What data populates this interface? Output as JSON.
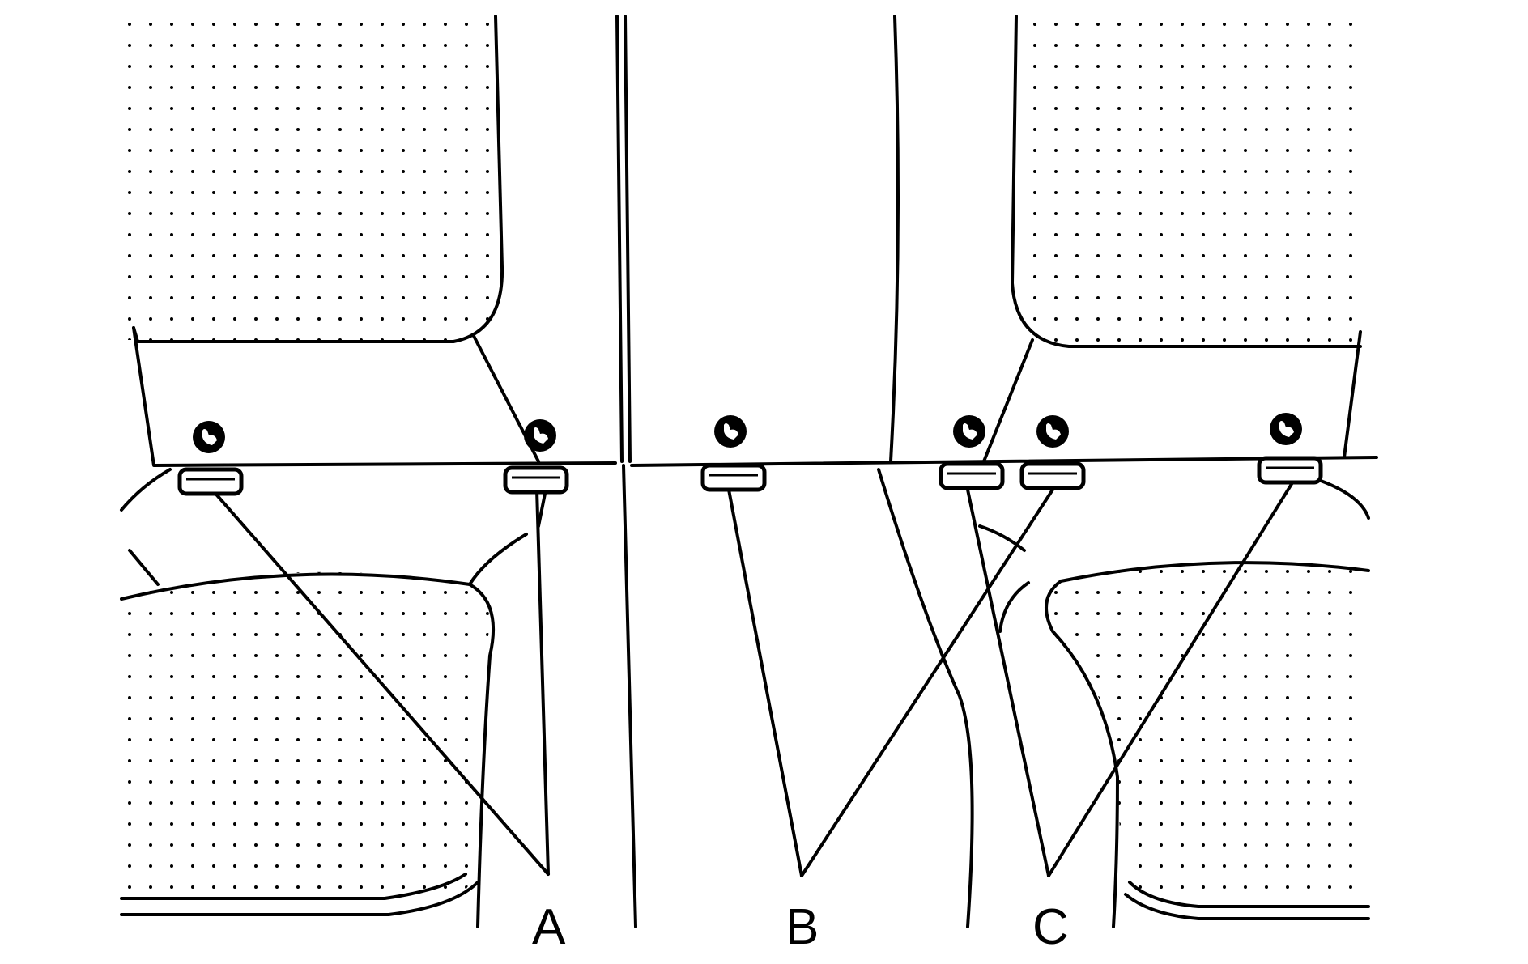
{
  "diagram": {
    "type": "technical-illustration",
    "subject": "Rear seat child restraint anchorages (LATCH lower anchors)",
    "stroke_color": "#000000",
    "background_color": "#ffffff",
    "callouts": [
      {
        "id": "A",
        "label": "A",
        "anchor_count": 2
      },
      {
        "id": "B",
        "label": "B",
        "anchor_count": 2
      },
      {
        "id": "C",
        "label": "C",
        "anchor_count": 2
      }
    ],
    "anchor_icon": "child-seat-symbol-icon",
    "anchor_count_total": 6
  }
}
